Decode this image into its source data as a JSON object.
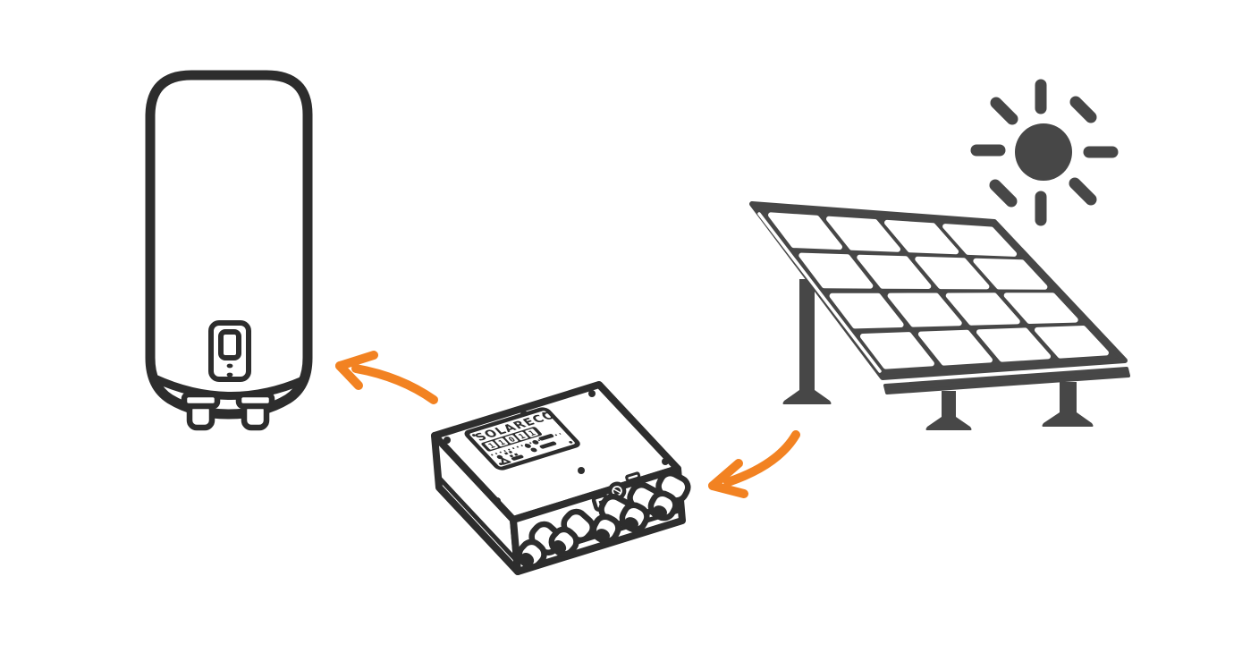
{
  "scene": {
    "description": "Hand-drawn style illustration of a solar water heating system: sun shines on a solar panel, energy flows via an orange arrow to a SOLARECO controller box, and from the controller via another orange arrow to an electric water heater.",
    "background": "#ffffff"
  },
  "colors": {
    "line": "#2d2d2d",
    "dark_fill": "#474747",
    "accent_orange": "#f28222",
    "white": "#ffffff"
  },
  "controller": {
    "brand": "SOLARECO",
    "display_value": "11011"
  },
  "solar_panel": {
    "rows": 4,
    "cols": 4
  },
  "components": {
    "water_heater": "water-heater",
    "controller": "controller-box",
    "solar_panel": "solar-panel",
    "sun": "sun",
    "arrow_controller_to_heater": "arrow-controller-to-heater",
    "arrow_panel_to_controller": "arrow-panel-to-controller"
  }
}
